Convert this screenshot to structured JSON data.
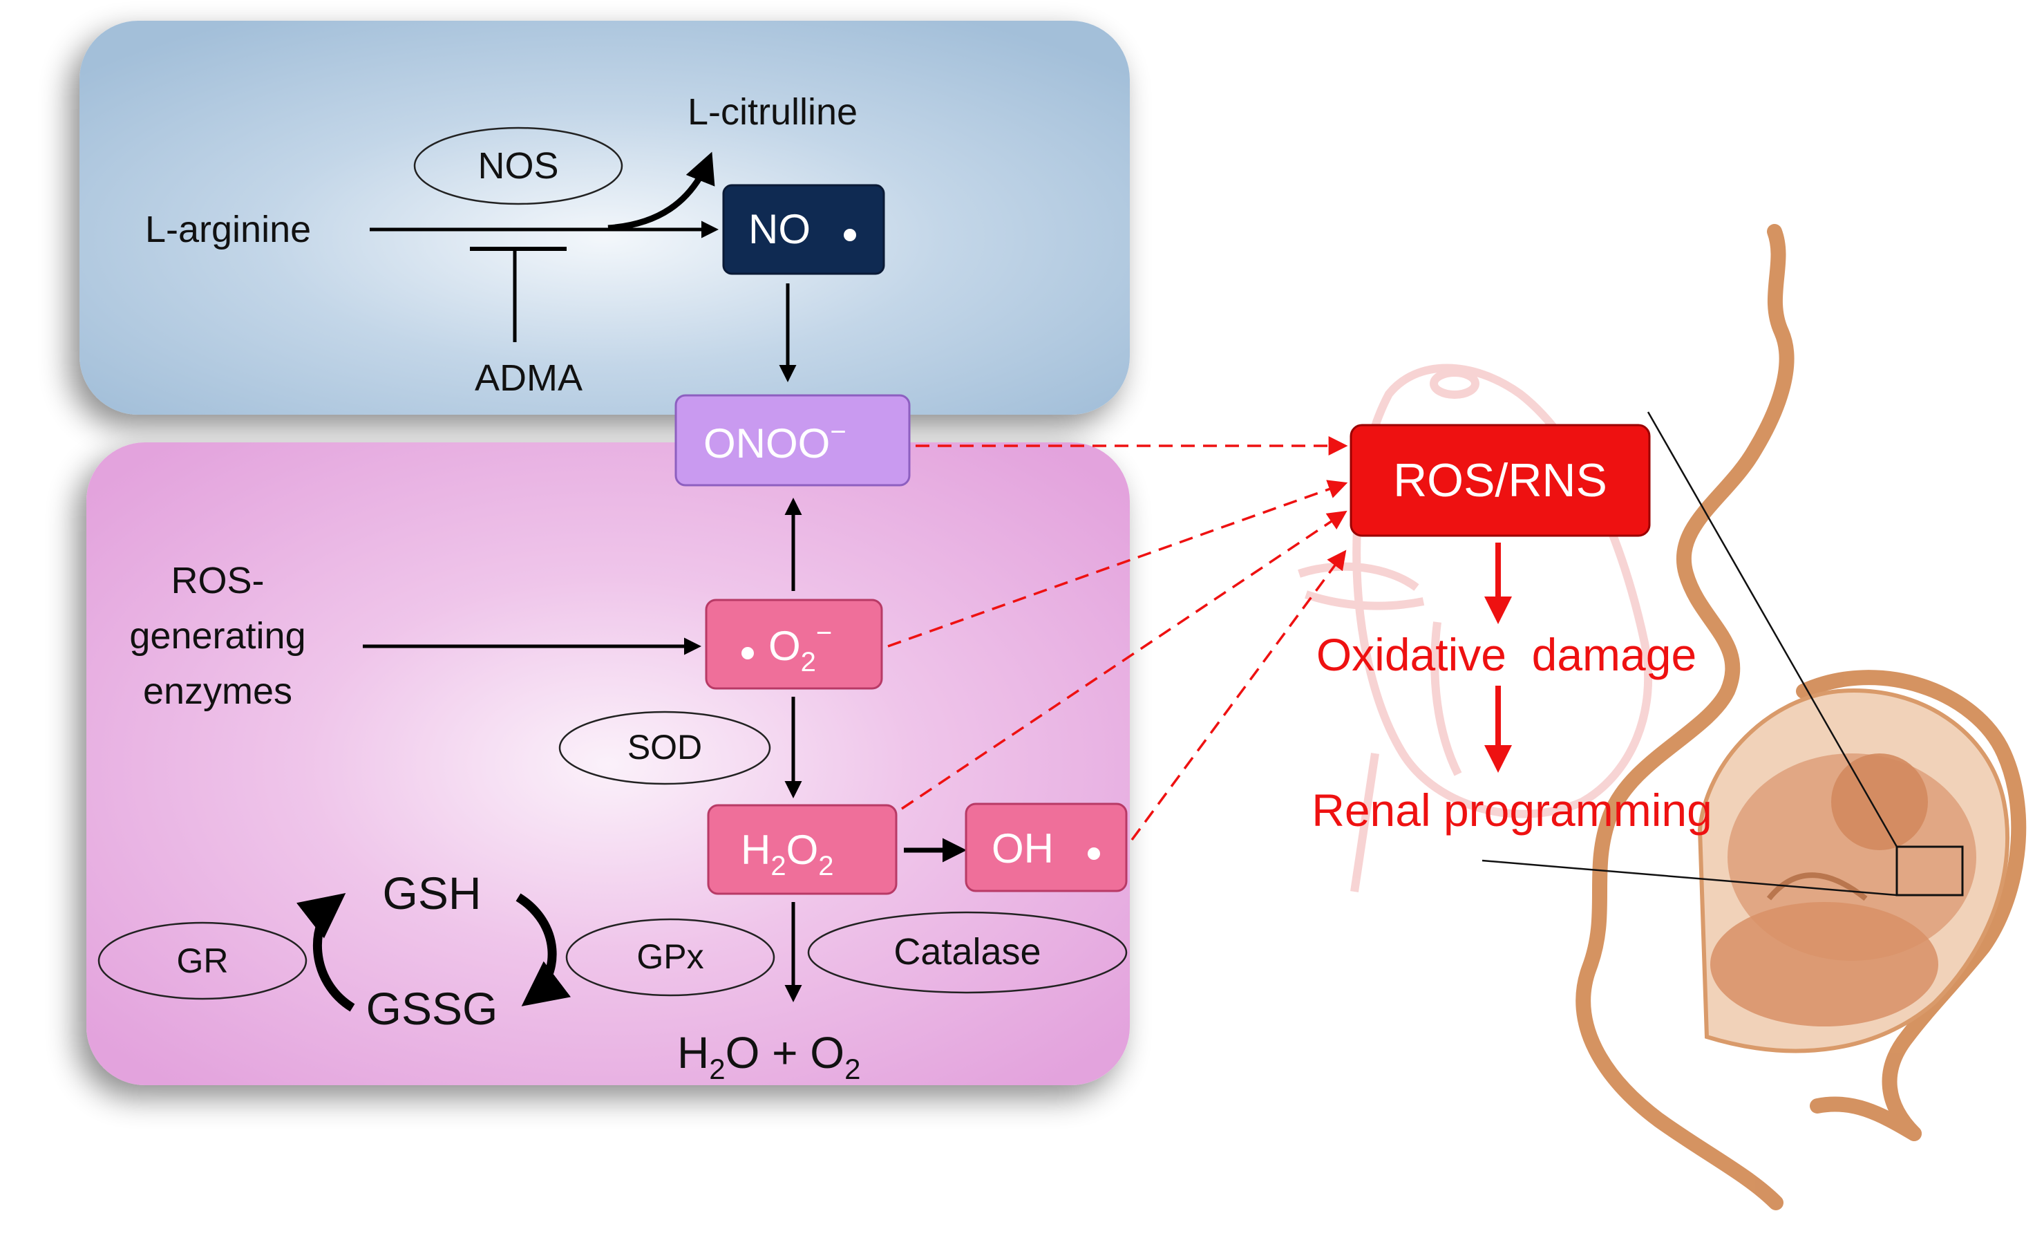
{
  "nos_panel": {
    "enzyme_nos": "NOS",
    "substrate": "L-arginine",
    "product": "L-citrulline",
    "no_label": "NO",
    "inhibitor": "ADMA"
  },
  "ros_panel": {
    "peroxynitrite": "ONOO",
    "peroxynitrite_charge": "−",
    "source_line1": "ROS-",
    "source_line2": "generating",
    "source_line3": "enzymes",
    "superoxide": "O",
    "superoxide_sub": "2",
    "superoxide_sup": "−",
    "enzyme_sod": "SOD",
    "h2o2_a": "H",
    "h2o2_sub1": "2",
    "h2o2_b": "O",
    "h2o2_sub2": "2",
    "hydroxyl": "OH",
    "gsh": "GSH",
    "gssg": "GSSG",
    "enzyme_gr": "GR",
    "enzyme_gpx": "GPx",
    "enzyme_catalase": "Catalase",
    "product_h": "H",
    "product_sub1": "2",
    "product_mid": "O + O",
    "product_sub2": "2"
  },
  "outcome": {
    "ros_rns": "ROS/RNS",
    "oxidative_damage": "Oxidative  damage",
    "renal_programming": "Renal programming"
  },
  "colors": {
    "nos_panel_fill": "#a9c4dc",
    "ros_panel_fill": "#e6a6e0",
    "no_box": "#0f2a52",
    "onoo_box": "#c99af0",
    "pink_box": "#ef6f9a",
    "ros_rns_box": "#ee1111",
    "outcome_text": "#ee1111",
    "illustration": "#d58a55"
  }
}
